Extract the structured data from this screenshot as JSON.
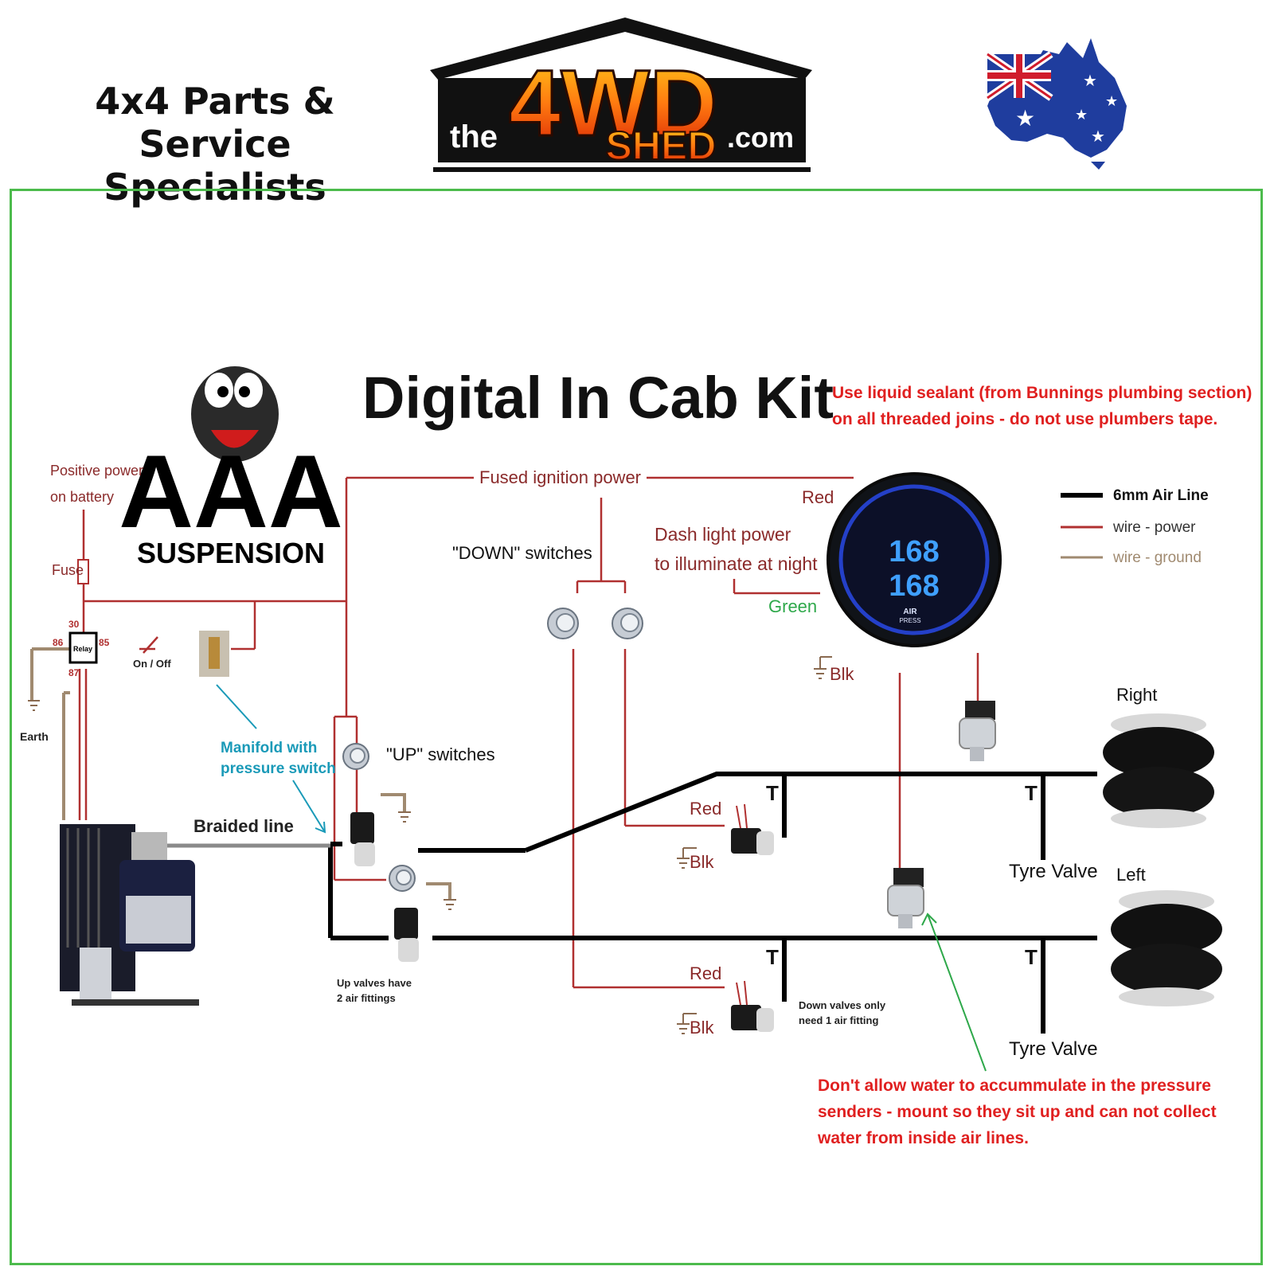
{
  "header": {
    "tagline_line1": "4x4 Parts & Service",
    "tagline_line2": "Specialists",
    "logo": {
      "prefix": "the",
      "big": "4WD",
      "shed": "SHED",
      "suffix": ".com"
    },
    "flag_icon": "australia-flag-icon"
  },
  "diagram": {
    "title": "Digital In Cab Kit",
    "brand": {
      "mark": "AAA",
      "name": "SUSPENSION"
    },
    "sealant_note_line1": "Use liquid sealant (from Bunnings plumbing section)",
    "sealant_note_line2": "on all threaded joins - do not use plumbers tape.",
    "legend": {
      "air_line": "6mm Air Line",
      "power": "wire - power",
      "ground": "wire - ground"
    },
    "labels": {
      "positive_power_1": "Positive power",
      "positive_power_2": "on battery",
      "fuse": "Fuse",
      "relay": "Relay",
      "pin_30": "30",
      "pin_86": "86",
      "pin_85": "85",
      "pin_87": "87",
      "on_off": "On / Off",
      "earth": "Earth",
      "manifold_1": "Manifold with",
      "manifold_2": "pressure switch",
      "braided_line": "Braided line",
      "fused_ignition": "Fused ignition power",
      "down_switches": "\"DOWN\" switches",
      "up_switches": "\"UP\" switches",
      "dash_light_1": "Dash light power",
      "dash_light_2": "to illuminate at night",
      "red": "Red",
      "green": "Green",
      "blk": "Blk",
      "tee": "T",
      "right": "Right",
      "left": "Left",
      "tyre_valve": "Tyre Valve",
      "up_valves_1": "Up valves have",
      "up_valves_2": "2 air fittings",
      "down_valves_1": "Down valves only",
      "down_valves_2": "need 1 air fitting"
    },
    "gauge": {
      "top_value": "168",
      "bottom_value": "168",
      "label_1": "AIR",
      "label_2": "PRESS"
    },
    "water_note_line1": "Don't allow water to accummulate in the pressure",
    "water_note_line2": "senders - mount so they sit up and can not collect",
    "water_note_line3": "water from inside air lines."
  },
  "colors": {
    "power_wire": "#b03030",
    "ground_wire": "#a08a70",
    "air_line": "#000000",
    "frame": "#4cbb4c",
    "note_red": "#e02020",
    "annotation_blue": "#1a9ab8",
    "arrow_green": "#2ea84a",
    "label_brown_red": "#8a2a2a",
    "gauge_digits": "#3fa0ff"
  }
}
